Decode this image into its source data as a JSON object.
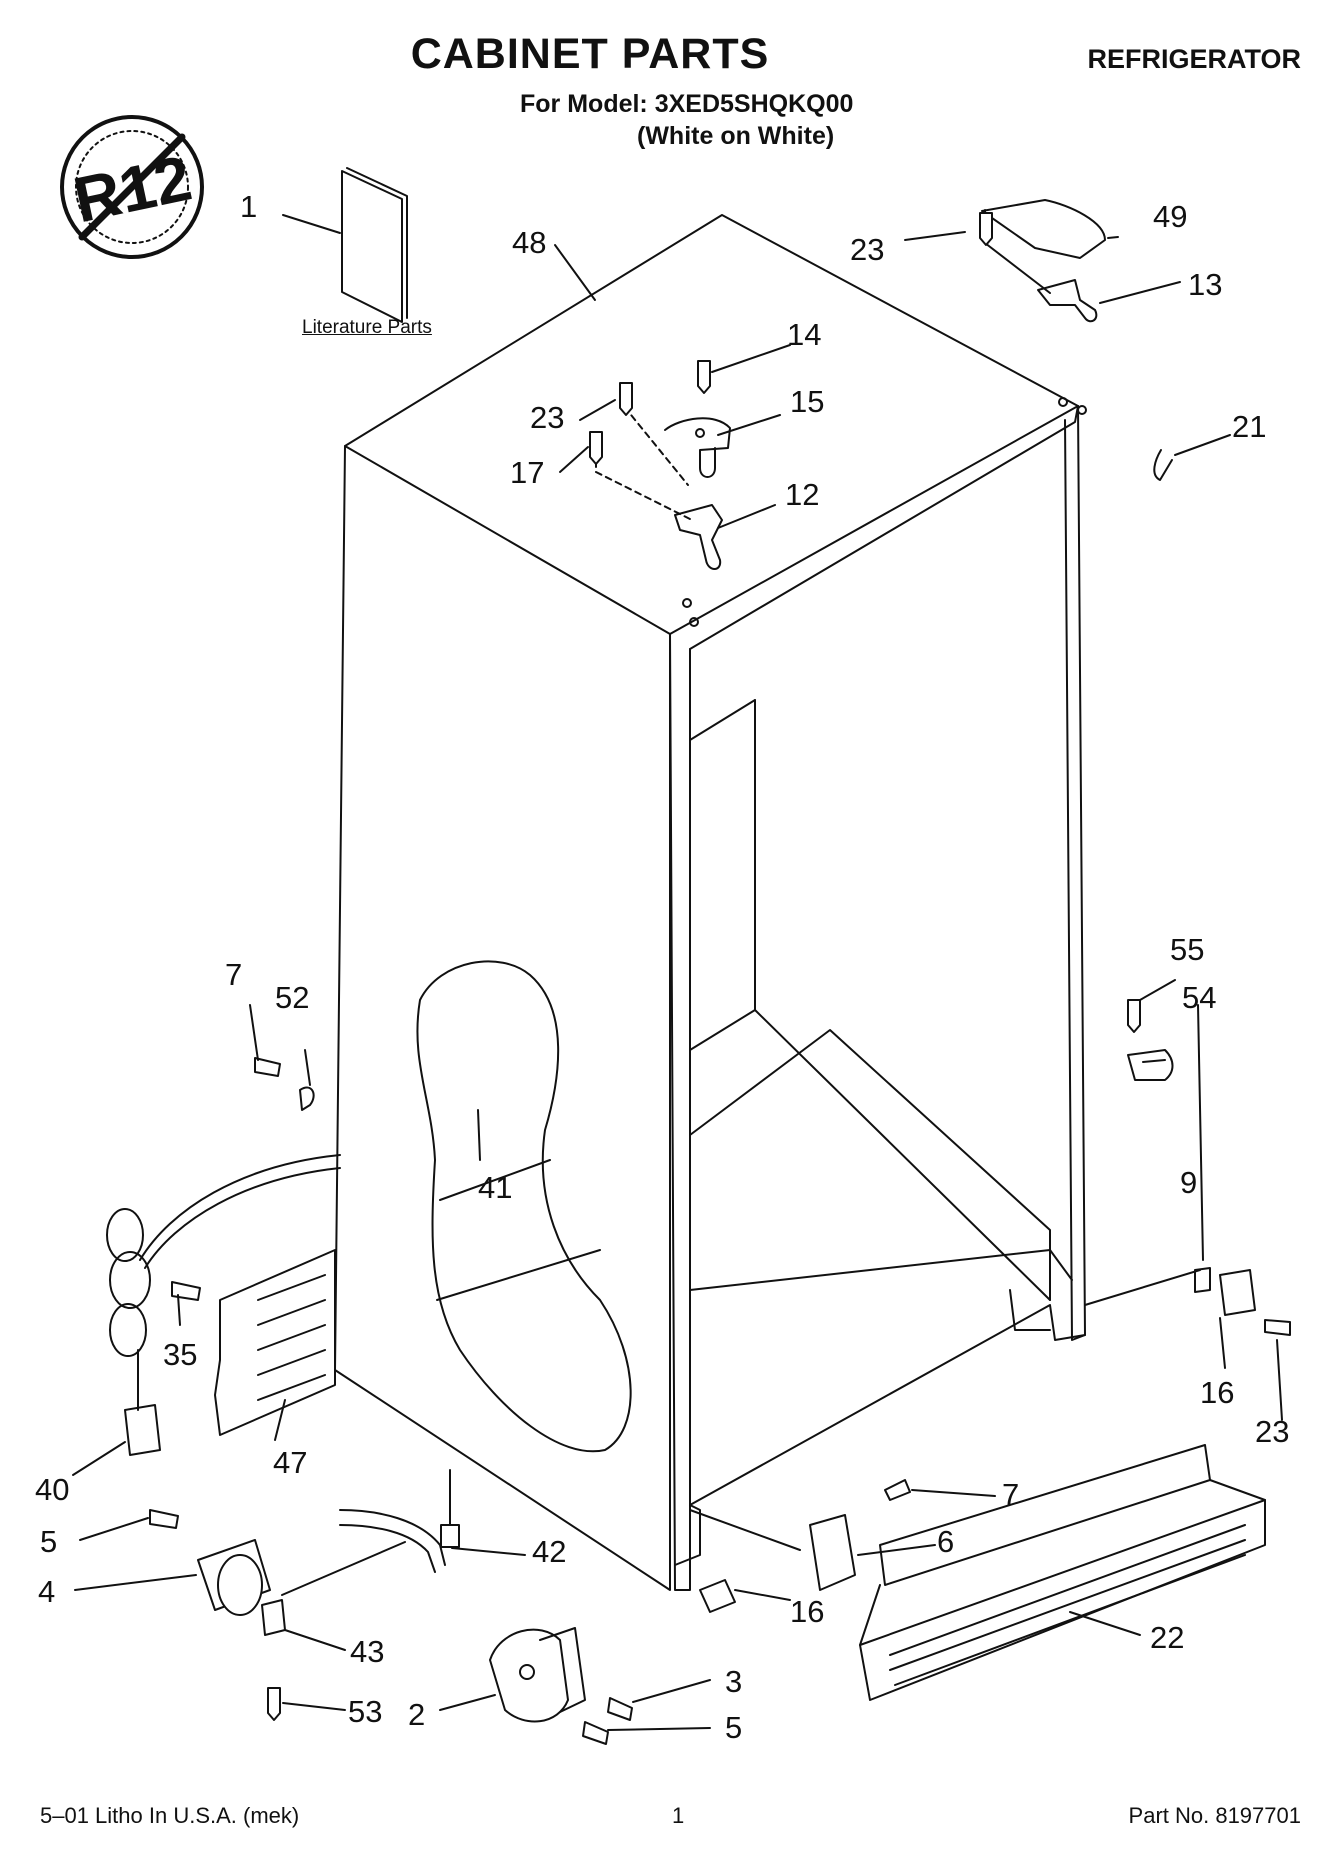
{
  "header": {
    "title": "CABINET PARTS",
    "appliance": "REFRIGERATOR",
    "model_line": "For Model: 3XED5SHQKQ00",
    "variant": "(White on White)"
  },
  "badge": {
    "text": "R12",
    "icon": "no-r12-prohibition-icon"
  },
  "literature_label": "Literature Parts",
  "callouts": [
    "1",
    "48",
    "23",
    "49",
    "13",
    "14",
    "23",
    "15",
    "17",
    "12",
    "21",
    "55",
    "54",
    "7",
    "52",
    "41",
    "9",
    "35",
    "16",
    "23",
    "40",
    "47",
    "7",
    "6",
    "5",
    "42",
    "4",
    "16",
    "43",
    "22",
    "3",
    "53",
    "2",
    "5"
  ],
  "footer": {
    "left": "5–01 Litho In U.S.A. (mek)",
    "page": "1",
    "part_no": "Part No. 8197701"
  }
}
